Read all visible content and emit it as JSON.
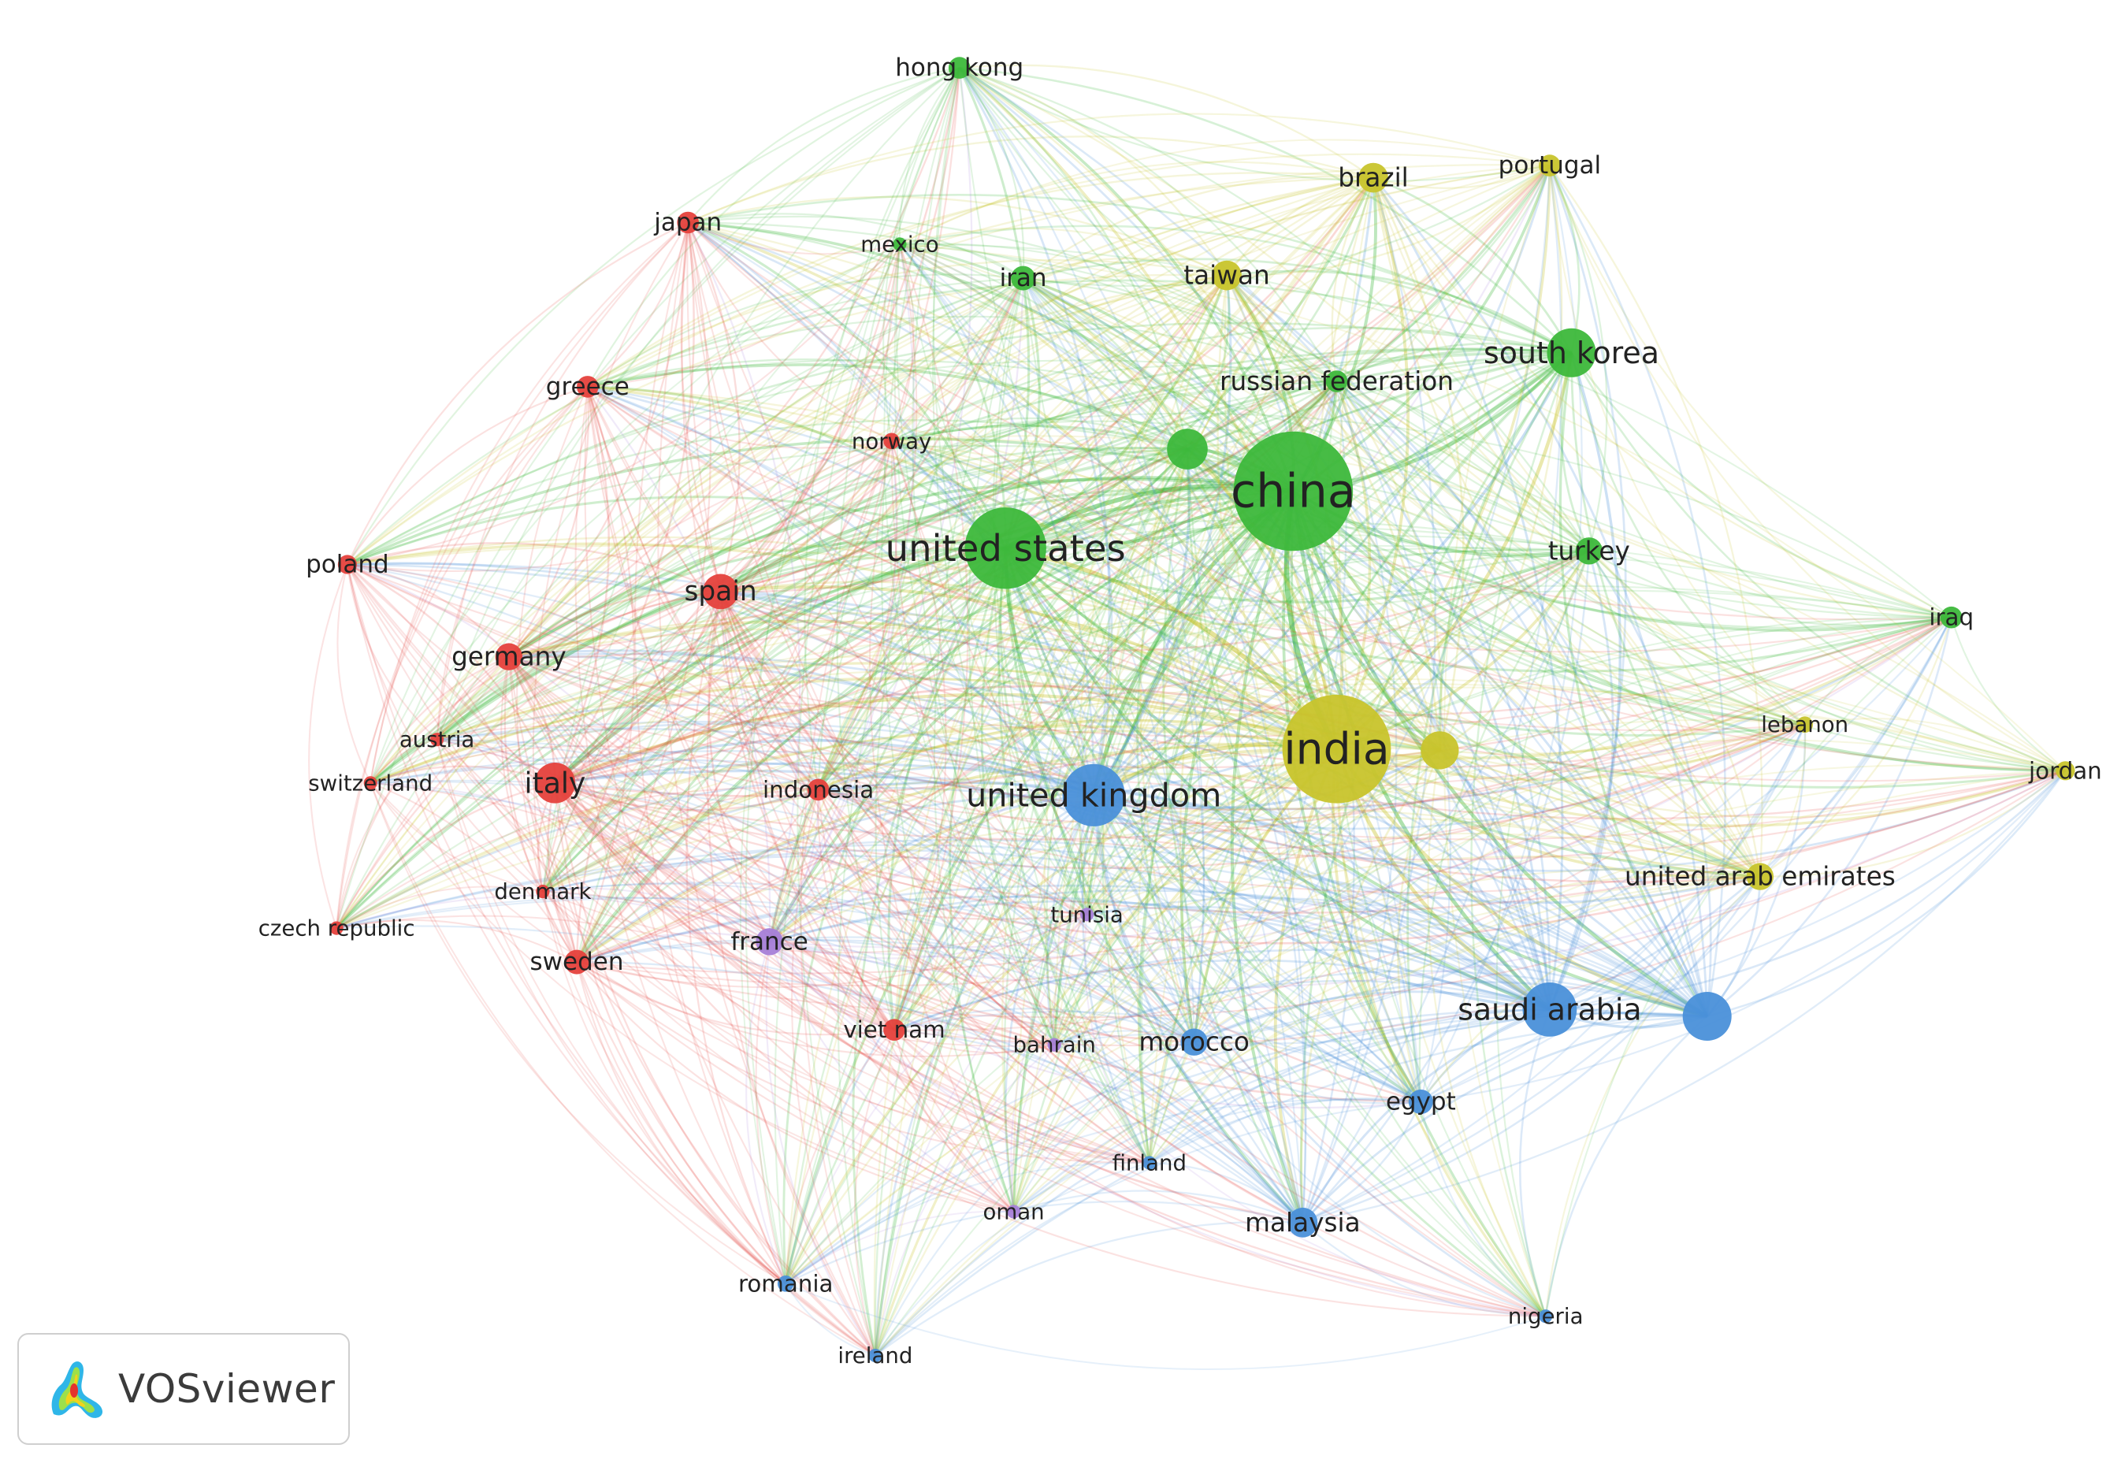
{
  "app": {
    "name": "VOSviewer"
  },
  "clusters": {
    "red": "#e5413c",
    "green": "#3db83b",
    "blue": "#4a90d9",
    "yellow": "#c8c42c",
    "purple": "#a67fd8"
  },
  "nodes": [
    {
      "id": "china",
      "label": "china",
      "cluster": "green",
      "weight": 100
    },
    {
      "id": "india",
      "label": "india",
      "cluster": "yellow",
      "weight": 92
    },
    {
      "id": "united-states",
      "label": "united states",
      "cluster": "green",
      "weight": 65
    },
    {
      "id": "united-kingdom",
      "label": "united kingdom",
      "cluster": "blue",
      "weight": 48
    },
    {
      "id": "saudi-arabia",
      "label": "saudi arabia",
      "cluster": "blue",
      "weight": 42
    },
    {
      "id": "south-korea",
      "label": "south korea",
      "cluster": "green",
      "weight": 38
    },
    {
      "id": "unlabeled-blue",
      "label": "",
      "cluster": "blue",
      "weight": 36
    },
    {
      "id": "unlabeled-green",
      "label": "",
      "cluster": "green",
      "weight": 30
    },
    {
      "id": "unlabeled-yellow",
      "label": "",
      "cluster": "yellow",
      "weight": 29
    },
    {
      "id": "italy",
      "label": "italy",
      "cluster": "red",
      "weight": 30
    },
    {
      "id": "spain",
      "label": "spain",
      "cluster": "red",
      "weight": 27
    },
    {
      "id": "malaysia",
      "label": "malaysia",
      "cluster": "blue",
      "weight": 25
    },
    {
      "id": "brazil",
      "label": "brazil",
      "cluster": "yellow",
      "weight": 24
    },
    {
      "id": "taiwan",
      "label": "taiwan",
      "cluster": "yellow",
      "weight": 24
    },
    {
      "id": "united-arab-emirates",
      "label": "united arab emirates",
      "cluster": "yellow",
      "weight": 22
    },
    {
      "id": "germany",
      "label": "germany",
      "cluster": "red",
      "weight": 22
    },
    {
      "id": "morocco",
      "label": "morocco",
      "cluster": "blue",
      "weight": 21
    },
    {
      "id": "turkey",
      "label": "turkey",
      "cluster": "green",
      "weight": 21
    },
    {
      "id": "france",
      "label": "france",
      "cluster": "purple",
      "weight": 20
    },
    {
      "id": "egypt",
      "label": "egypt",
      "cluster": "blue",
      "weight": 20
    },
    {
      "id": "iran",
      "label": "iran",
      "cluster": "green",
      "weight": 19
    },
    {
      "id": "sweden",
      "label": "sweden",
      "cluster": "red",
      "weight": 19
    },
    {
      "id": "russian-federation",
      "label": "russian federation",
      "cluster": "green",
      "weight": 19
    },
    {
      "id": "hong-kong",
      "label": "hong kong",
      "cluster": "green",
      "weight": 18
    },
    {
      "id": "portugal",
      "label": "portugal",
      "cluster": "yellow",
      "weight": 18
    },
    {
      "id": "greece",
      "label": "greece",
      "cluster": "red",
      "weight": 18
    },
    {
      "id": "japan",
      "label": "japan",
      "cluster": "red",
      "weight": 18
    },
    {
      "id": "indonesia",
      "label": "indonesia",
      "cluster": "red",
      "weight": 17
    },
    {
      "id": "poland",
      "label": "poland",
      "cluster": "red",
      "weight": 17
    },
    {
      "id": "iraq",
      "label": "iraq",
      "cluster": "green",
      "weight": 17
    },
    {
      "id": "viet-nam",
      "label": "viet nam",
      "cluster": "red",
      "weight": 17
    },
    {
      "id": "jordan",
      "label": "jordan",
      "cluster": "yellow",
      "weight": 16
    },
    {
      "id": "lebanon",
      "label": "lebanon",
      "cluster": "yellow",
      "weight": 15
    },
    {
      "id": "norway",
      "label": "norway",
      "cluster": "red",
      "weight": 15
    },
    {
      "id": "mexico",
      "label": "mexico",
      "cluster": "green",
      "weight": 14
    },
    {
      "id": "austria",
      "label": "austria",
      "cluster": "red",
      "weight": 14
    },
    {
      "id": "switzerland",
      "label": "switzerland",
      "cluster": "red",
      "weight": 14
    },
    {
      "id": "denmark",
      "label": "denmark",
      "cluster": "red",
      "weight": 14
    },
    {
      "id": "czech-republic",
      "label": "czech republic",
      "cluster": "red",
      "weight": 14
    },
    {
      "id": "tunisia",
      "label": "tunisia",
      "cluster": "purple",
      "weight": 14
    },
    {
      "id": "bahrain",
      "label": "bahrain",
      "cluster": "purple",
      "weight": 14
    },
    {
      "id": "finland",
      "label": "finland",
      "cluster": "blue",
      "weight": 14
    },
    {
      "id": "oman",
      "label": "oman",
      "cluster": "purple",
      "weight": 14
    },
    {
      "id": "romania",
      "label": "romania",
      "cluster": "blue",
      "weight": 14
    },
    {
      "id": "ireland",
      "label": "ireland",
      "cluster": "blue",
      "weight": 14
    },
    {
      "id": "nigeria",
      "label": "nigeria",
      "cluster": "blue",
      "weight": 14
    }
  ]
}
